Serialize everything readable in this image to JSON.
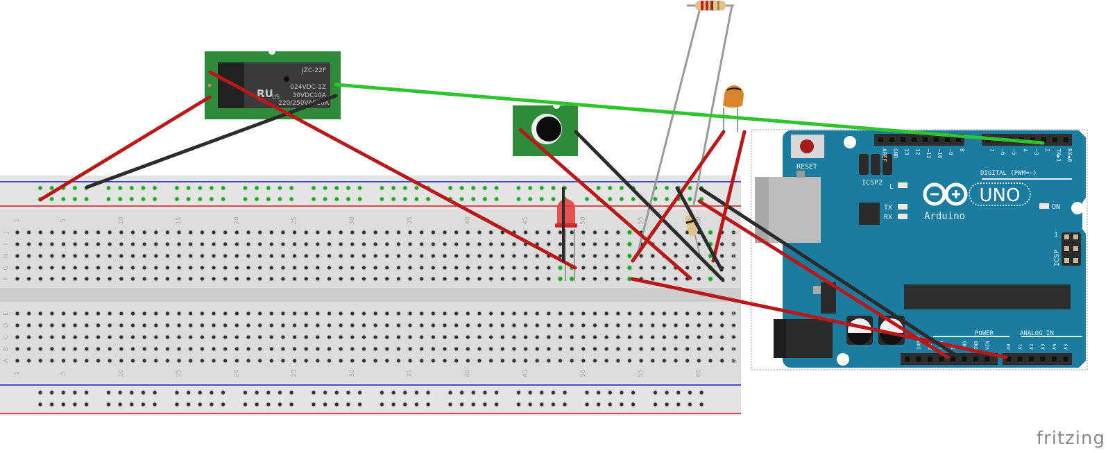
{
  "app": {
    "watermark": "fritzing"
  },
  "breadboard": {
    "column_labels": [
      "1",
      "5",
      "10",
      "15",
      "20",
      "25",
      "30",
      "35",
      "40",
      "45",
      "50",
      "55",
      "60"
    ],
    "row_labels_top": [
      "J",
      "I",
      "H",
      "G",
      "F"
    ],
    "row_labels_bottom": [
      "E",
      "D",
      "C",
      "B",
      "A"
    ],
    "columns": 63,
    "rail_colors": {
      "negative": "#3b3fbf",
      "positive": "#d04040"
    }
  },
  "relay": {
    "model": "JZC-22F",
    "line1": "024VDC-1Z",
    "line2": "30VDC10A",
    "line3": "220/250VAC10A",
    "ul_mark": "RU",
    "us_mark": "US",
    "pcb_color": "#2e8b3a"
  },
  "sound_sensor": {
    "pcb_color": "#2e8b3a"
  },
  "led": {
    "color": "#e8383a"
  },
  "resistor": {
    "bands": [
      "#c42020",
      "#c42020",
      "#8b4513",
      "#c8a040"
    ]
  },
  "capacitor": {
    "color": "#d7842a"
  },
  "arduino": {
    "name": "Arduino",
    "model": "UNO",
    "board_color": "#1b7ca0",
    "reset_label": "RESET",
    "icsp2_label": "ICSP2",
    "icsp_label": "ICSP",
    "icsp_pin1": "1",
    "led_labels": {
      "l": "L",
      "tx": "TX",
      "rx": "RX",
      "on": "ON"
    },
    "digital_label": "DIGITAL (PWM=~)",
    "power_label": "POWER",
    "analog_label": "ANALOG IN",
    "digital_pins_left": [
      "AREF",
      "GND",
      "13",
      "12",
      "~11",
      "~10",
      "~9",
      "8"
    ],
    "digital_pins_right": [
      "7",
      "~6",
      "~5",
      "4",
      "~3",
      "2",
      "TX▶1",
      "RX◀0"
    ],
    "power_pins": [
      "",
      "IOREF",
      "RESET",
      "3V3",
      "5V",
      "GND",
      "GND",
      "VIN"
    ],
    "analog_pins": [
      "A0",
      "A1",
      "A2",
      "A3",
      "A4",
      "A5"
    ]
  },
  "wires": [
    {
      "name": "relay-to-rail-red",
      "color": "red"
    },
    {
      "name": "relay-to-rail-black",
      "color": "black"
    },
    {
      "name": "relay-to-breadboard-red",
      "color": "red"
    },
    {
      "name": "relay-to-arduino-d2-green",
      "color": "green"
    },
    {
      "name": "sensor-red",
      "color": "red"
    },
    {
      "name": "sensor-black",
      "color": "black"
    },
    {
      "name": "led-black",
      "color": "black"
    },
    {
      "name": "breadboard-to-a0-red",
      "color": "red"
    },
    {
      "name": "rail-to-5v-red",
      "color": "red"
    },
    {
      "name": "rail-to-gnd-black",
      "color": "black"
    },
    {
      "name": "capacitor-red-1",
      "color": "red"
    },
    {
      "name": "capacitor-red-2",
      "color": "red"
    },
    {
      "name": "jumper-black",
      "color": "black"
    },
    {
      "name": "jumper-red",
      "color": "red"
    }
  ]
}
